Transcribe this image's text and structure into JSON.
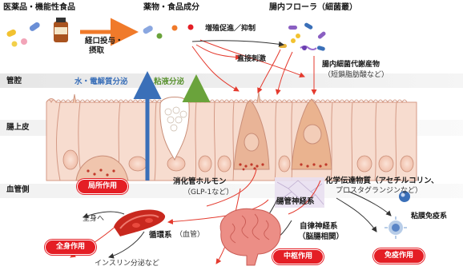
{
  "labels": {
    "pharma_food": "医薬品・機能性食品",
    "drug_components": "薬物・食品成分",
    "gut_flora": "腸内フローラ（細菌叢）",
    "oral_admin_1": "経口投与・",
    "oral_admin_2": "摂取",
    "proliferation": "増殖促進／抑制",
    "direct_stim": "直接刺激",
    "metabolites": "腸内細菌代謝産物",
    "scfa": "（短鎖脂肪酸など）",
    "lumen": "管腔",
    "epithelium": "腸上皮",
    "vascular": "血管側",
    "water_electrolyte": "水・電解質分泌",
    "mucus": "粘液分泌",
    "gi_hormone": "消化管ホルモン",
    "glp1": "（GLP-1など）",
    "chem_messenger_1": "化学伝達物質（アセチルコリン、",
    "chem_messenger_2": "プロスタグランジンなど）",
    "enteric_nerve": "腸管神経系",
    "mucosal_immune": "粘膜免疫系",
    "to_whole_body": "全身へ",
    "circulatory": "循環系",
    "blood_vessel": "（血管）",
    "autonomic_1": "自律神経系",
    "autonomic_2": "（脳腸相関）",
    "insulin": "インスリン分泌など"
  },
  "pills": {
    "local": "局所作用",
    "systemic": "全身作用",
    "central": "中枢作用",
    "immune": "免疫作用"
  },
  "colors": {
    "pill_red": "#e41e25",
    "water_blue": "#3a6fb8",
    "mucus_green": "#6aa33b",
    "orange_arrow": "#f07a2a",
    "tissue_pink": "#f2d2c4",
    "lumen_gray": "#eeeeee",
    "brain_pink": "#ec8e86"
  }
}
